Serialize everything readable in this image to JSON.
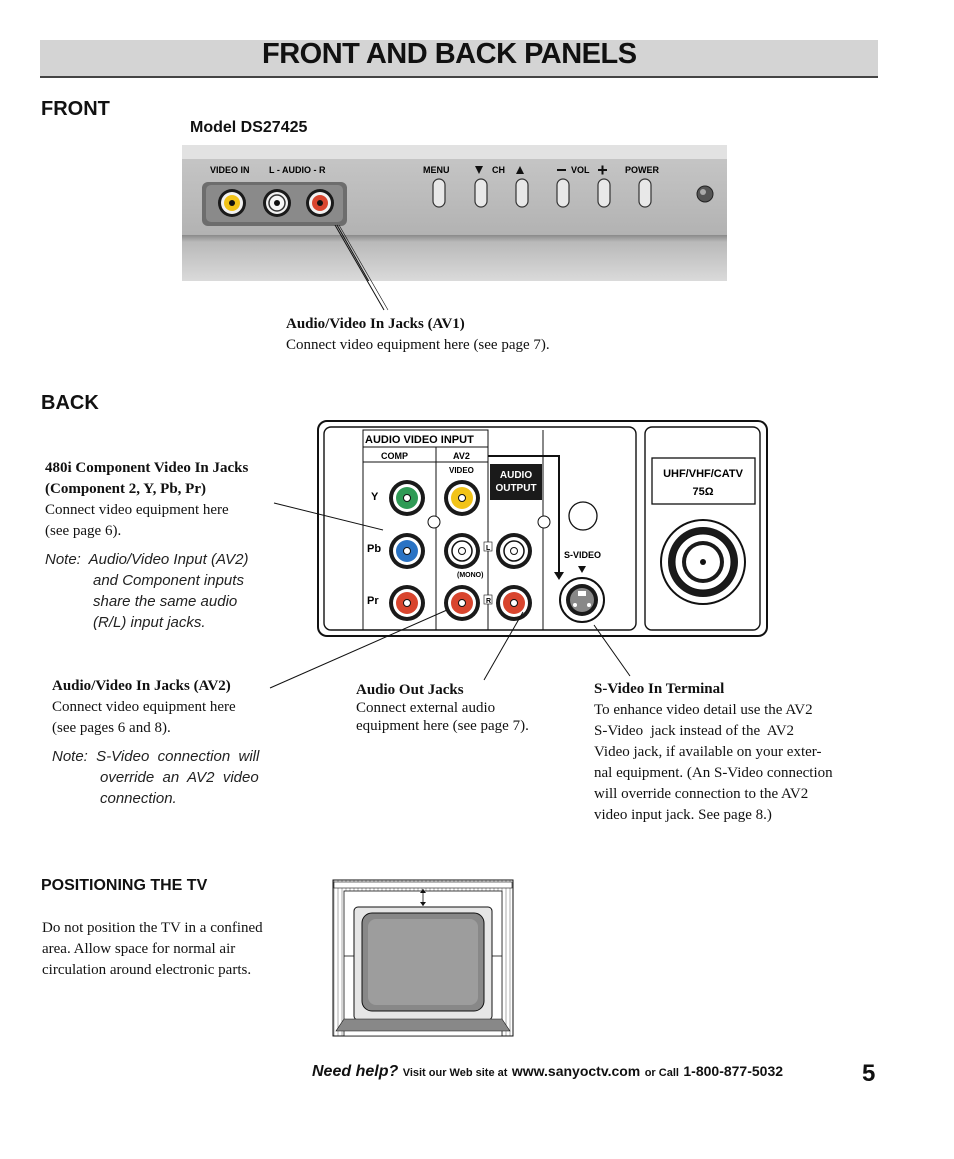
{
  "page_title": "FRONT AND BACK PANELS",
  "front": {
    "heading": "FRONT",
    "model": "Model DS27425",
    "panel_labels": {
      "video_in": "VIDEO IN",
      "audio": "L - AUDIO - R",
      "menu": "MENU",
      "ch": "CH",
      "vol": "VOL",
      "power": "POWER"
    },
    "callout": {
      "title": "Audio/Video In Jacks (AV1)",
      "text": "Connect video equipment here (see page 7)."
    }
  },
  "back": {
    "heading": "BACK",
    "panel_labels": {
      "audio_video_input": "AUDIO VIDEO INPUT",
      "comp": "COMP",
      "av2": "AV2",
      "video": "VIDEO",
      "audio_output": "AUDIO OUTPUT",
      "y": "Y",
      "pb": "Pb",
      "pr": "Pr",
      "l": "L",
      "r": "R",
      "mono": "(MONO)",
      "s_video": "S-VIDEO",
      "antenna": "UHF/VHF/CATV",
      "ohms": "75Ω"
    },
    "component": {
      "title_line1": "480i Component Video In Jacks",
      "title_line2": "(Component 2, Y, Pb, Pr)",
      "text_line1": "Connect video equipment here",
      "text_line2": "(see page 6).",
      "note_line1": "Note:  Audio/Video Input (AV2)",
      "note_line2": "and Component inputs",
      "note_line3": "share the same audio",
      "note_line4": "(R/L) input jacks."
    },
    "av2": {
      "title": "Audio/Video In Jacks (AV2)",
      "text_line1": "Connect video equipment here",
      "text_line2": "(see pages 6 and 8).",
      "note_line1": "Note:  S-Video  connection  will",
      "note_line2": "override  an  AV2  video",
      "note_line3": "connection."
    },
    "audio_out": {
      "title": "Audio Out Jacks",
      "text_line1": "Connect external audio",
      "text_line2": "equipment here (see page 7)."
    },
    "svideo": {
      "title": "S-Video In Terminal",
      "lines": [
        "To enhance video detail use the AV2",
        "S-Video  jack instead of the  AV2",
        "Video jack, if available on your exter-",
        "nal equipment. (An S-Video connection",
        "will override connection to the AV2",
        "video input jack. See page 8.)"
      ]
    }
  },
  "positioning": {
    "heading": "POSITIONING THE TV",
    "line1": "Do not position the TV in a confined",
    "line2": "area. Allow space for normal air",
    "line3": "circulation around electronic parts."
  },
  "footer": {
    "need_help": "Need help?",
    "visit": "Visit our Web site at",
    "url": "www.sanyoctv.com",
    "or_call": "or Call",
    "phone": "1-800-877-5032",
    "page_number": "5"
  },
  "colors": {
    "title_bar": "#d4d4d4",
    "jack_yellow": "#f2c318",
    "jack_red": "#d8452e",
    "jack_green": "#2f9a55",
    "jack_blue": "#2a73c4",
    "panel_gray": "#b8b8b8"
  }
}
